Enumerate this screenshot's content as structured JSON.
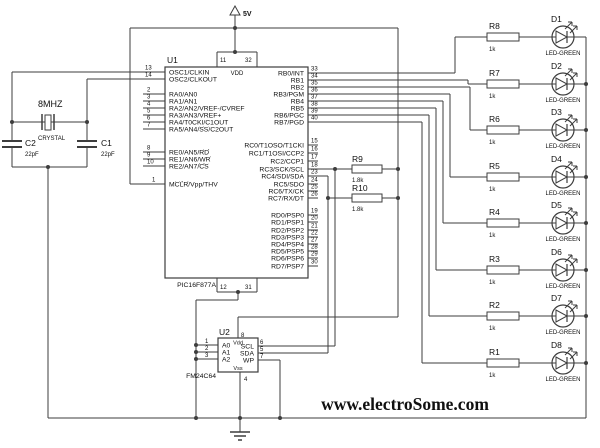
{
  "watermark": "www.electroSome.com",
  "power": {
    "label": "5V"
  },
  "colors": {
    "wire": "#3d3d3d",
    "text": "#101010",
    "power": "#00009c"
  },
  "u1": {
    "ref": "U1",
    "part": "PIC16F877A",
    "vdd": "VDD",
    "top_pins": [
      "11",
      "32"
    ],
    "bottom_pins": [
      "12",
      "31"
    ],
    "left_pins": [
      {
        "num": "13",
        "segs": [
          {
            "t": "OSC1/CLKIN"
          }
        ]
      },
      {
        "num": "14",
        "segs": [
          {
            "t": "OSC2/CLKOUT"
          }
        ]
      },
      {
        "num": "2",
        "segs": [
          {
            "t": "RA0/AN0"
          }
        ]
      },
      {
        "num": "3",
        "segs": [
          {
            "t": "RA1/AN1"
          }
        ]
      },
      {
        "num": "4",
        "segs": [
          {
            "t": "RA2/AN2/VREF-/CVREF"
          }
        ]
      },
      {
        "num": "5",
        "segs": [
          {
            "t": "RA3/AN3/VREF+"
          }
        ]
      },
      {
        "num": "6",
        "segs": [
          {
            "t": "RA4/T0CKI/C1OUT"
          }
        ]
      },
      {
        "num": "7",
        "segs": [
          {
            "t": "RA5/AN4/"
          },
          {
            "t": "SS",
            "o": 1
          },
          {
            "t": "/C2OUT"
          }
        ]
      },
      {
        "num": "8",
        "segs": [
          {
            "t": "RE0/AN5/"
          },
          {
            "t": "RD",
            "o": 1
          }
        ]
      },
      {
        "num": "9",
        "segs": [
          {
            "t": "RE1/AN6/"
          },
          {
            "t": "WR",
            "o": 1
          }
        ]
      },
      {
        "num": "10",
        "segs": [
          {
            "t": "RE2/AN7/"
          },
          {
            "t": "CS",
            "o": 1
          }
        ]
      },
      {
        "num": "1",
        "segs": [
          {
            "t": "MCLR",
            "o": 1
          },
          {
            "t": "/Vpp/THV"
          }
        ]
      }
    ],
    "right_pins": [
      {
        "num": "33",
        "segs": [
          {
            "t": "RB0/INT"
          }
        ]
      },
      {
        "num": "34",
        "segs": [
          {
            "t": "RB1"
          }
        ]
      },
      {
        "num": "35",
        "segs": [
          {
            "t": "RB2"
          }
        ]
      },
      {
        "num": "36",
        "segs": [
          {
            "t": "RB3/PGM"
          }
        ]
      },
      {
        "num": "37",
        "segs": [
          {
            "t": "RB4"
          }
        ]
      },
      {
        "num": "38",
        "segs": [
          {
            "t": "RB5"
          }
        ]
      },
      {
        "num": "39",
        "segs": [
          {
            "t": "RB6/PGC"
          }
        ]
      },
      {
        "num": "40",
        "segs": [
          {
            "t": "RB7/PGD"
          }
        ]
      },
      {
        "num": "15",
        "segs": [
          {
            "t": "RC0/T1OSO/T1CKI"
          }
        ]
      },
      {
        "num": "16",
        "segs": [
          {
            "t": "RC1/T1OSI/CCP2"
          }
        ]
      },
      {
        "num": "17",
        "segs": [
          {
            "t": "RC2/CCP1"
          }
        ]
      },
      {
        "num": "18",
        "segs": [
          {
            "t": "RC3/SCK/SCL"
          }
        ]
      },
      {
        "num": "23",
        "segs": [
          {
            "t": "RC4/SDI/SDA"
          }
        ]
      },
      {
        "num": "24",
        "segs": [
          {
            "t": "RC5/SDO"
          }
        ]
      },
      {
        "num": "25",
        "segs": [
          {
            "t": "RC6/TX/CK"
          }
        ]
      },
      {
        "num": "26",
        "segs": [
          {
            "t": "RC7/RX/DT"
          }
        ]
      },
      {
        "num": "19",
        "segs": [
          {
            "t": "RD0/PSP0"
          }
        ]
      },
      {
        "num": "20",
        "segs": [
          {
            "t": "RD1/PSP1"
          }
        ]
      },
      {
        "num": "21",
        "segs": [
          {
            "t": "RD2/PSP2"
          }
        ]
      },
      {
        "num": "22",
        "segs": [
          {
            "t": "RD3/PSP3"
          }
        ]
      },
      {
        "num": "27",
        "segs": [
          {
            "t": "RD4/PSP4"
          }
        ]
      },
      {
        "num": "28",
        "segs": [
          {
            "t": "RD5/PSP5"
          }
        ]
      },
      {
        "num": "29",
        "segs": [
          {
            "t": "RD6/PSP6"
          }
        ]
      },
      {
        "num": "30",
        "segs": [
          {
            "t": "RD7/PSP7"
          }
        ]
      }
    ]
  },
  "u2": {
    "ref": "U2",
    "part": "FM24C64",
    "vdd": "Vdd",
    "vss": "Vss",
    "top_num": "8",
    "bottom_num": "4",
    "left_pins": [
      {
        "num": "1",
        "label": "A0"
      },
      {
        "num": "2",
        "label": "A1"
      },
      {
        "num": "3",
        "label": "A2"
      }
    ],
    "right_pins": [
      {
        "num": "6",
        "label": "SCL"
      },
      {
        "num": "5",
        "label": "SDA"
      },
      {
        "num": "7",
        "label": "WP"
      }
    ]
  },
  "crystal": {
    "freq": "8MHZ",
    "label": "CRYSTAL"
  },
  "caps": {
    "c1": {
      "ref": "C1",
      "val": "22pF"
    },
    "c2": {
      "ref": "C2",
      "val": "22pF"
    }
  },
  "pullups": {
    "r9": {
      "ref": "R9",
      "val": "1.8k"
    },
    "r10": {
      "ref": "R10",
      "val": "1.8k"
    }
  },
  "led_rows": [
    {
      "res": "R8",
      "rval": "1k",
      "led": "D1",
      "type": "LED-GREEN"
    },
    {
      "res": "R7",
      "rval": "1k",
      "led": "D2",
      "type": "LED-GREEN"
    },
    {
      "res": "R6",
      "rval": "1k",
      "led": "D3",
      "type": "LED-GREEN"
    },
    {
      "res": "R5",
      "rval": "1k",
      "led": "D4",
      "type": "LED-GREEN"
    },
    {
      "res": "R4",
      "rval": "1k",
      "led": "D5",
      "type": "LED-GREEN"
    },
    {
      "res": "R3",
      "rval": "1k",
      "led": "D6",
      "type": "LED-GREEN"
    },
    {
      "res": "R2",
      "rval": "1k",
      "led": "D7",
      "type": "LED-GREEN"
    },
    {
      "res": "R1",
      "rval": "1k",
      "led": "D8",
      "type": "LED-GREEN"
    }
  ]
}
